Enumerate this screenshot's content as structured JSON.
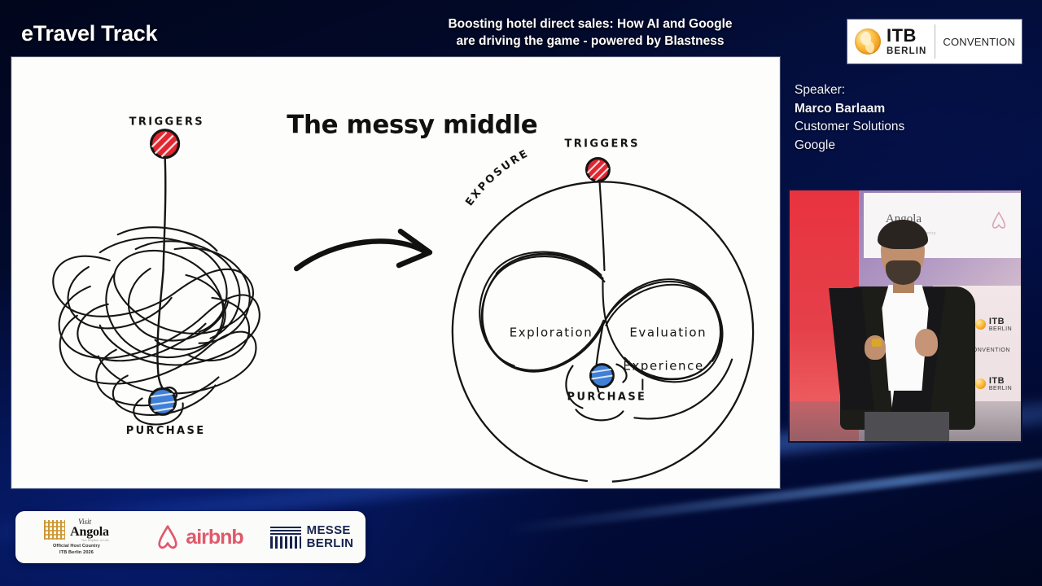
{
  "header": {
    "track_title": "eTravel Track",
    "session_title_line1": "Boosting hotel direct sales: How AI and Google",
    "session_title_line2": "are driving the game - powered by Blastness"
  },
  "logo": {
    "brand": "ITB",
    "city": "BERLIN",
    "segment": "CONVENTION",
    "globe_icon": "globe-icon",
    "globe_color": "#f2a020"
  },
  "speaker": {
    "label": "Speaker:",
    "name": "Marco Barlaam",
    "role": "Customer Solutions",
    "company": "Google"
  },
  "slide": {
    "title": "The messy middle",
    "left_diagram": {
      "top_label": "TRIGGERS",
      "bottom_label": "PURCHASE",
      "trigger_color": "#e0262f",
      "purchase_color": "#3f7fd6"
    },
    "arrow": "curved-arrow-icon",
    "right_diagram": {
      "outer_label": "EXPOSURE",
      "top_label": "TRIGGERS",
      "loop_left_label": "Exploration",
      "loop_right_label": "Evaluation",
      "bottom_label": "PURCHASE",
      "experience_label": "Experience",
      "trigger_color": "#e0262f",
      "purchase_color": "#3f7fd6"
    }
  },
  "video": {
    "backdrop_angola": "Angola",
    "backdrop_angola_sub": "Official Host Country",
    "backdrop_itb": "ITB",
    "backdrop_itb_city": "BERLIN",
    "backdrop_convention": "CONVENTION",
    "airbnb_icon": "airbnb-icon"
  },
  "sponsors": [
    {
      "id": "visit-angola",
      "visit": "Visit",
      "name": "Angola",
      "tagline": "The Rhythm of Life",
      "sub_line1": "Official Host Country",
      "sub_line2": "ITB Berlin 2026"
    },
    {
      "id": "airbnb",
      "name": "airbnb",
      "color": "#e0596b"
    },
    {
      "id": "messe-berlin",
      "line1": "MESSE",
      "line2": "BERLIN",
      "color": "#18244f"
    }
  ],
  "theme": {
    "background_dark": "#01061c",
    "background_blue": "#020f45",
    "panel_white": "#fdfdfb"
  }
}
